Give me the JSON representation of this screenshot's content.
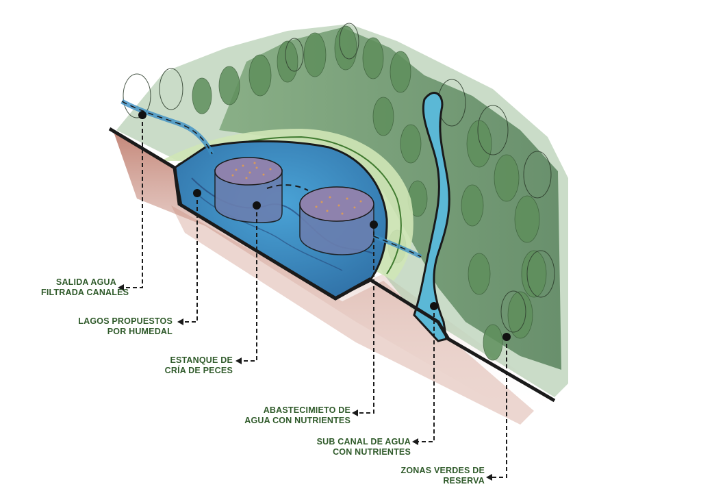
{
  "labels": {
    "salida": {
      "line1": "SALIDA AGUA",
      "line2": "FILTRADA CANALES"
    },
    "lagos": {
      "line1": "LAGOS PROPUESTOS",
      "line2": "POR HUMEDAL"
    },
    "estanque": {
      "line1": "ESTANQUE DE",
      "line2": "CRÍA DE PECES"
    },
    "abastecimiento": {
      "line1": "ABASTECIMIETO DE",
      "line2": "AGUA CON NUTRIENTES"
    },
    "subcanal": {
      "line1": "SUB CANAL DE AGUA",
      "line2": "CON NUTRIENTES"
    },
    "zonas": {
      "line1": "ZONAS VERDES DE",
      "line2": "RESERVA"
    }
  },
  "colors": {
    "label_text": "#2f5a2a",
    "water": "#3b8ec4",
    "canal": "#5bb8d6",
    "grass": "#cfe6b6",
    "forest": "#4d7d4f",
    "soil": "#c98a78",
    "outline": "#1a1a1a"
  }
}
